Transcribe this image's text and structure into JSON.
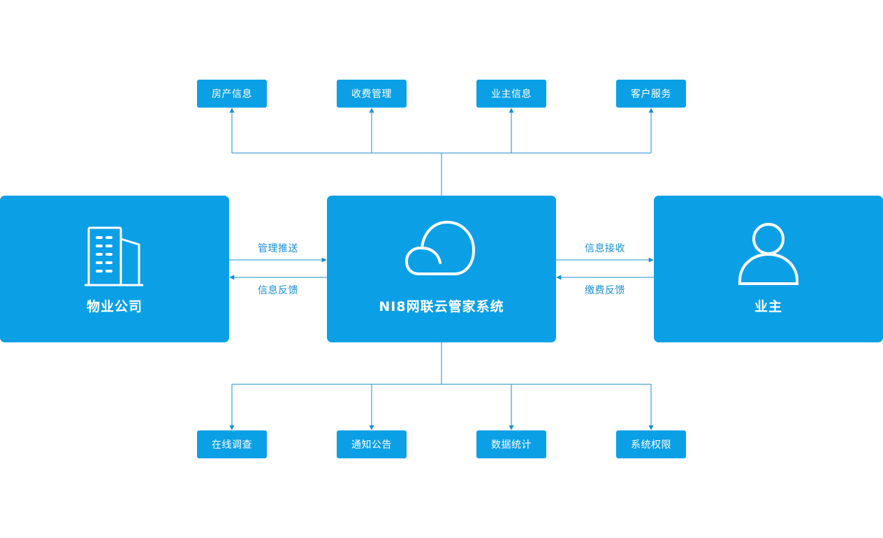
{
  "colors": {
    "box_fill": "#0ba0e6",
    "line": "#1a8fd0",
    "text_on_box": "#ffffff"
  },
  "top_modules": [
    "房产信息",
    "收费管理",
    "业主信息",
    "客户服务"
  ],
  "bottom_modules": [
    "在线调查",
    "通知公告",
    "数据统计",
    "系统权限"
  ],
  "nodes": {
    "property_company": {
      "title": "物业公司",
      "icon": "building-icon"
    },
    "system": {
      "title": "NI8网联云管家系统",
      "icon": "cloud-icon"
    },
    "owner": {
      "title": "业主",
      "icon": "user-icon"
    }
  },
  "edges": {
    "push": "管理推送",
    "info_feedback": "信息反馈",
    "info_receive": "信息接收",
    "payment_feedback": "缴费反馈"
  }
}
